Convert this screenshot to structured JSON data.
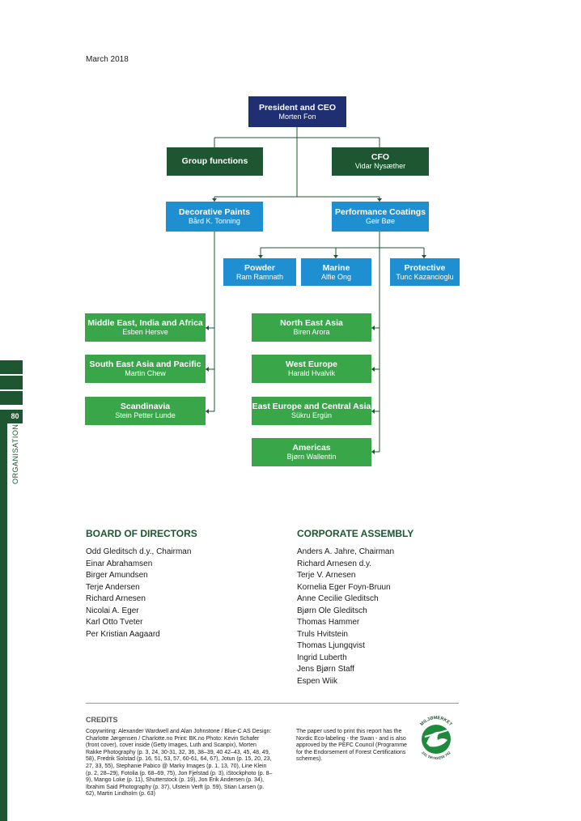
{
  "date": "March 2018",
  "side": {
    "page_number": "80",
    "section_label": "ORGANISATION"
  },
  "org": {
    "ceo": {
      "title": "President and CEO",
      "name": "Morten Fon",
      "color": "#1f2f72"
    },
    "group_functions": {
      "title": "Group functions"
    },
    "cfo": {
      "title": "CFO",
      "name": "Vidar Nysæther"
    },
    "decorative": {
      "title": "Decorative Paints",
      "name": "Bård K. Tonning"
    },
    "performance": {
      "title": "Performance Coatings",
      "name": "Geir Bøe"
    },
    "powder": {
      "title": "Powder",
      "name": "Ram Ramnath"
    },
    "marine": {
      "title": "Marine",
      "name": "Alfie Ong"
    },
    "protective": {
      "title": "Protective",
      "name": "Tunc Kazancioglu"
    },
    "regions_left": [
      {
        "title": "Middle East, India and Africa",
        "name": "Esben Hersve"
      },
      {
        "title": "South East Asia and Pacific",
        "name": "Martin Chew"
      },
      {
        "title": "Scandinavia",
        "name": "Stein Petter Lunde"
      }
    ],
    "regions_right": [
      {
        "title": "North East Asia",
        "name": "Biren Arora"
      },
      {
        "title": "West Europe",
        "name": "Harald Hvalvik"
      },
      {
        "title": "East Europe and Central Asia",
        "name": "Sükru Ergün"
      },
      {
        "title": "Americas",
        "name": "Bjørn Wallentin"
      }
    ],
    "colors": {
      "navy": "#1f2f72",
      "dark_green": "#1d5630",
      "blue": "#1e8fd0",
      "light_green": "#3aa64a"
    }
  },
  "board": {
    "title": "BOARD OF DIRECTORS",
    "members": [
      "Odd Gleditsch d.y., Chairman",
      "Einar Abrahamsen",
      "Birger Amundsen",
      "Terje Andersen",
      "Richard Arnesen",
      "Nicolai A. Eger",
      "Karl Otto Tveter",
      "Per Kristian Aagaard"
    ]
  },
  "assembly": {
    "title": "CORPORATE ASSEMBLY",
    "members": [
      "Anders A. Jahre, Chairman",
      "Richard Arnesen d.y.",
      "Terje V. Arnesen",
      "Kornelia Eger Foyn-Bruun",
      "Anne Cecilie Gleditsch",
      "Bjørn Ole Gleditsch",
      "Thomas Hammer",
      "Truls Hvitstein",
      "Thomas Ljungqvist",
      "Ingrid Luberth",
      "Jens Bjørn Staff",
      "Espen Wiik"
    ]
  },
  "credits": {
    "title": "CREDITS",
    "text": "Copywriting: Alexander Wardwell and Alan Johnstone / Blue-C AS Design: Charlotte Jørgensen / Charlotte.no Print: BK.no Photo: Kevin Schafer (front cover), cover inside (Getty Images, Luth and Scanpix), Morten Rakke Photography (p. 3, 24, 30-31, 32, 36, 38–39, 40 42–43, 45, 48, 49, 58), Fredrik Solstad (p. 16, 51, 53, 57, 60-61, 64, 67), Jotun (p. 15, 20, 23, 27, 33, 55), Stephanie Pabico @ Marky Images (p. 1, 13, 70), Line Klein (p. 2, 28–29), Fotolia (p. 68–69, 75), Jon Fjelstad (p. 3), iStockphoto (p. 8–9), Mango Loke (p. 11), Shutterstock (p. 19), Jon Erik Andersen (p. 34), Ibrahim Said Photography (p. 37), Ulstein Verft (p. 59), Stian Larsen (p. 62), Martin Lindholm (p. 63)",
    "paper_note": "The paper used to print this report has the Nordic Eco-labeling - the Swan - and is also approved by the PEFC Council (Programme for the Endorsement of Forest Certifications schemes).",
    "ecolabel": {
      "top": "MILJØMERKET",
      "bottom": "241 TRYKKERI 742"
    }
  }
}
